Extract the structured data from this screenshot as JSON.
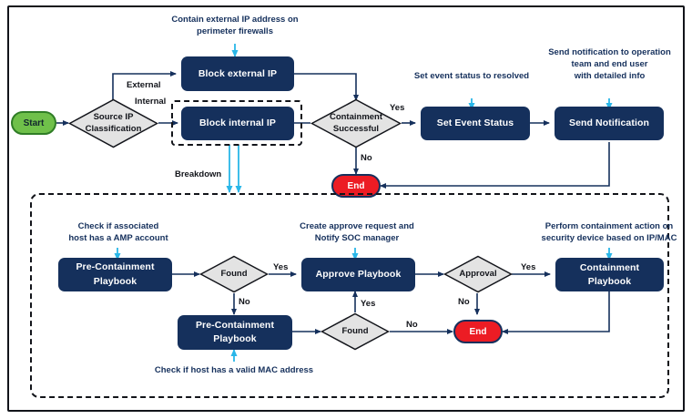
{
  "diagram": {
    "title": "Containment Playbook Flowchart",
    "colors": {
      "node_fill": "#15305c",
      "start_fill": "#6fc04a",
      "end_fill": "#ec1c24",
      "decision_fill": "#e3e3e3",
      "wire": "#15305c",
      "annotation_arrow": "#29b6e8",
      "frame": "#12141a"
    }
  },
  "top_section": {
    "start": {
      "label": "Start"
    },
    "decisions": [
      {
        "id": "source-ip-classification",
        "label": "Source IP\nClassification"
      },
      {
        "id": "containment-successful",
        "label": "Containment\nSuccessful"
      }
    ],
    "nodes": [
      {
        "id": "block-external-ip",
        "label": "Block external IP"
      },
      {
        "id": "block-internal-ip",
        "label": "Block internal IP"
      },
      {
        "id": "set-event-status",
        "label": "Set Event Status"
      },
      {
        "id": "send-notification",
        "label": "Send Notification"
      }
    ],
    "end": {
      "label": "End"
    },
    "edge_labels": {
      "external": "External",
      "internal": "Internal",
      "breakdown": "Breakdown",
      "containment_yes": "Yes",
      "containment_no": "No"
    },
    "annotations": [
      {
        "id": "annot-block-external",
        "text": "Contain external IP address on\nperimeter firewalls"
      },
      {
        "id": "annot-set-event-status",
        "text": "Set event status to resolved"
      },
      {
        "id": "annot-send-notification",
        "text": "Send notification to operation\nteam and end user\nwith detailed info"
      }
    ]
  },
  "bottom_section": {
    "nodes": [
      {
        "id": "pre-containment-playbook-amp",
        "label": "Pre-Containment\nPlaybook"
      },
      {
        "id": "pre-containment-playbook-mac",
        "label": "Pre-Containment\nPlaybook"
      },
      {
        "id": "approve-playbook",
        "label": "Approve Playbook"
      },
      {
        "id": "containment-playbook",
        "label": "Containment Playbook"
      }
    ],
    "decisions": [
      {
        "id": "found-amp",
        "label": "Found"
      },
      {
        "id": "found-mac",
        "label": "Found"
      },
      {
        "id": "approval",
        "label": "Approval"
      }
    ],
    "end": {
      "label": "End"
    },
    "edge_labels": {
      "found_amp_yes": "Yes",
      "found_amp_no": "No",
      "found_mac_yes": "Yes",
      "found_mac_no": "No",
      "approval_yes": "Yes",
      "approval_no": "No"
    },
    "annotations": [
      {
        "id": "annot-amp-account",
        "text": "Check if associated\nhost has a AMP account"
      },
      {
        "id": "annot-approve",
        "text": "Create approve request and\nNotify SOC manager"
      },
      {
        "id": "annot-containment",
        "text": "Perform containment action on\nsecurity device based on IP/MAC"
      },
      {
        "id": "annot-mac-address",
        "text": "Check if host has a valid MAC address"
      }
    ]
  }
}
